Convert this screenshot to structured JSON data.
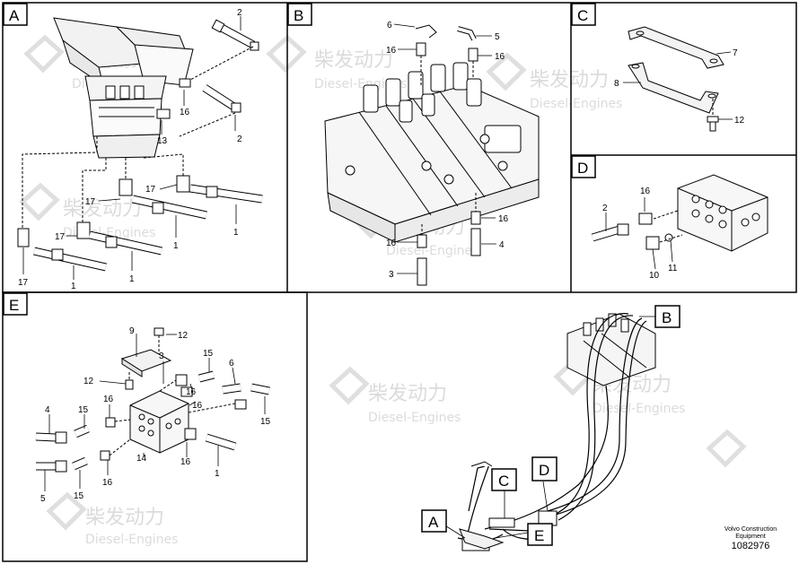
{
  "panels": {
    "a": "A",
    "b": "B",
    "c": "C",
    "d": "D",
    "e": "E"
  },
  "panel_a": {
    "c1": "1",
    "c2": "2",
    "c13": "13",
    "c16": "16",
    "c17": "17"
  },
  "panel_b": {
    "c3": "3",
    "c4": "4",
    "c5": "5",
    "c6": "6",
    "c16": "16"
  },
  "panel_c": {
    "c7": "7",
    "c8": "8",
    "c12": "12"
  },
  "panel_d": {
    "c2": "2",
    "c10": "10",
    "c11": "11",
    "c16": "16"
  },
  "panel_e": {
    "c1": "1",
    "c3": "3",
    "c4": "4",
    "c5": "5",
    "c6": "6",
    "c9": "9",
    "c12": "12",
    "c14": "14",
    "c15": "15",
    "c16": "16"
  },
  "overview": {
    "a": "A",
    "b": "B",
    "c": "C",
    "d": "D",
    "e": "E"
  },
  "footer": {
    "line1": "Volvo Construction",
    "line2": "Equipment",
    "part_number": "1082976"
  },
  "watermark": {
    "cn": "柴发动力",
    "en": "Diesel-Engines"
  }
}
